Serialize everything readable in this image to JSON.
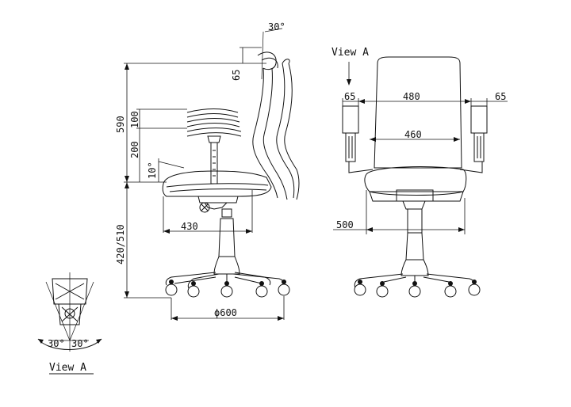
{
  "side_view": {
    "back_tilt_angle": "30°",
    "back_adjust_top": "65",
    "back_height_total": "590",
    "lumbar_height": "100",
    "back_above_seat": "200",
    "seat_tilt_angle": "10°",
    "seat_depth": "430",
    "seat_height_range": "420/510",
    "base_diameter": "ϕ600"
  },
  "front_view": {
    "view_label": "View A",
    "armrest_left_width": "65",
    "back_width": "480",
    "armrest_right_width": "65",
    "inner_back_width": "460",
    "seat_width": "500"
  },
  "swivel_diagram": {
    "angle_left": "30°",
    "angle_right": "30°",
    "caption": "View A"
  }
}
